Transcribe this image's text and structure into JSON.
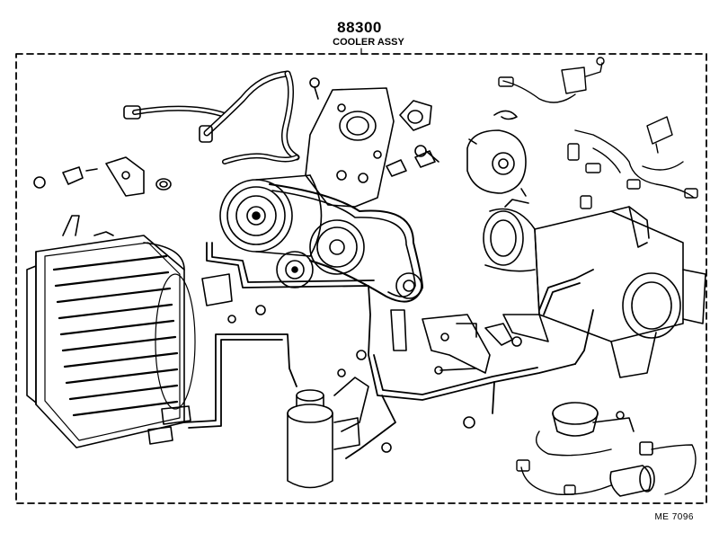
{
  "header": {
    "part_number": "88300",
    "part_name": "COOLER ASSY"
  },
  "footer": {
    "reference_code": "ME 7096"
  }
}
